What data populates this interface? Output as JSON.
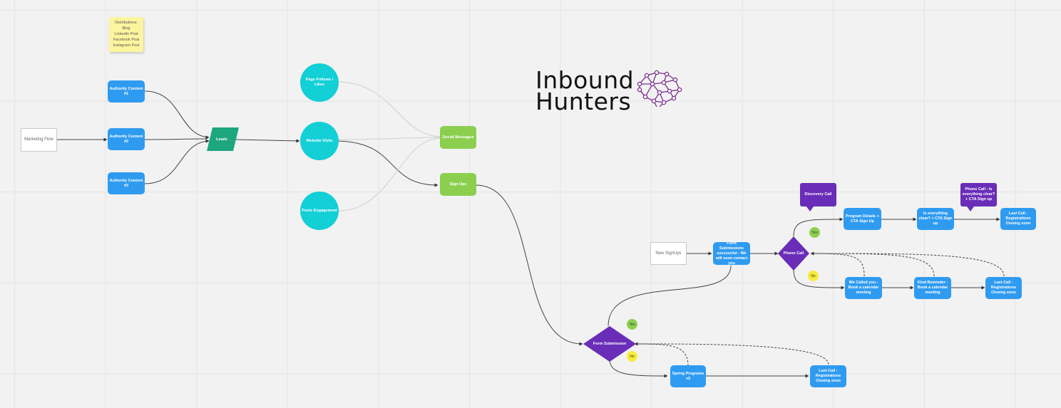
{
  "sticky_note": {
    "lines": [
      "Distributions:",
      "Blog",
      "LinkedIn Post",
      "Facebook Post",
      "Instagram Post"
    ]
  },
  "marketing_flow": "Marketing Flow",
  "authority_1": "Authority Content #1",
  "authority_2": "Authority Content #2",
  "authority_3": "Authority Content #3",
  "leads": "Leads",
  "page_follows": "Page Follows / Likes",
  "website_visits": "Website Visits",
  "posts_engagement": "Posts Engagement",
  "social_messages": "Social Messages",
  "sign_ups": "Sign Ups",
  "logo": {
    "line1": "Inbound",
    "line2": "Hunters"
  },
  "new_signups": "New SignUps",
  "form_success": "Form Submissions successful - We will soon contact you",
  "phone_call": "Phone Call",
  "discovery_call": "Discovery Call",
  "program_details": "Program Details + CTA Sign Up",
  "everything_clear": "Is everything clear? + CTA Sign up",
  "phone_call_clear": "Phone Call - Is everything clear? + CTA Sign up",
  "last_call_top": "Last Call - Registrations Closing soon",
  "we_called": "We Called you - Book a calendar meeting",
  "kind_reminder": "Kind Reminder - Book a calendar meeting",
  "last_call_mid": "Last Call - Registrations Closing soon",
  "form_submission": "Form Submission",
  "spring_programs": "Spring Programs v2",
  "last_call_bottom": "Last Call - Registrations Closing soon",
  "yes_label": "Yes",
  "no_label": "No",
  "colors": {
    "blue": "#2f9bf0",
    "green": "#8ccf4f",
    "teal": "#13cfd6",
    "purple": "#6a2db8",
    "leads": "#1ea67e",
    "logo_brain": "#7b2d8e"
  }
}
